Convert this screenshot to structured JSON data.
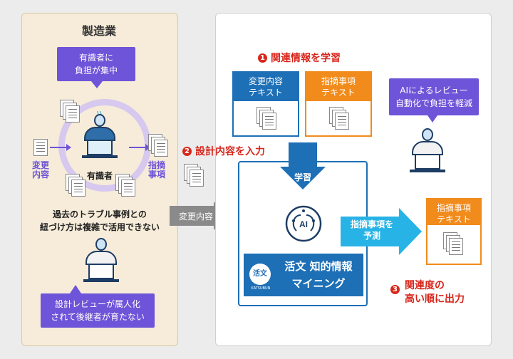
{
  "left": {
    "title": "製造業",
    "burden_bubble": [
      "有識者に",
      "負担が集中"
    ],
    "change_label": [
      "変更",
      "内容"
    ],
    "point_label": [
      "指摘",
      "事項"
    ],
    "expert_label": "有識者",
    "trouble_text": [
      "過去のトラブル事例との",
      "紐づけ方は複雑で活用できない"
    ],
    "review_bubble": [
      "設計レビューが属人化",
      "されて後継者が育たない"
    ]
  },
  "flow": {
    "input_arrow_label": "変更内容"
  },
  "right": {
    "step1": {
      "num": "1",
      "text": "関連情報を学習"
    },
    "step2": {
      "num": "2",
      "text": "設計内容を入力"
    },
    "step3": {
      "num": "3",
      "text": [
        "関連度の",
        "高い順に出力"
      ]
    },
    "change_box": [
      "変更内容",
      "テキスト"
    ],
    "point_box": [
      "指摘事項",
      "テキスト"
    ],
    "ai_bubble": [
      "AIによるレビュー",
      "自動化で負担を軽減"
    ],
    "learn_label": "学習",
    "predict_label": [
      "指摘事項を",
      "予測"
    ],
    "brand": {
      "logo_text": "活文",
      "logo_sub": "KATSUBUN",
      "line1": "活文 知的情報",
      "line2": "マイニング"
    },
    "output_box": [
      "指摘事項",
      "テキスト"
    ]
  },
  "colors": {
    "purple": "#6e54d8",
    "blue": "#1d6fb6",
    "orange": "#f18b1b",
    "red": "#d9261c",
    "cyan": "#27b3e6",
    "navy": "#1e3d64"
  }
}
